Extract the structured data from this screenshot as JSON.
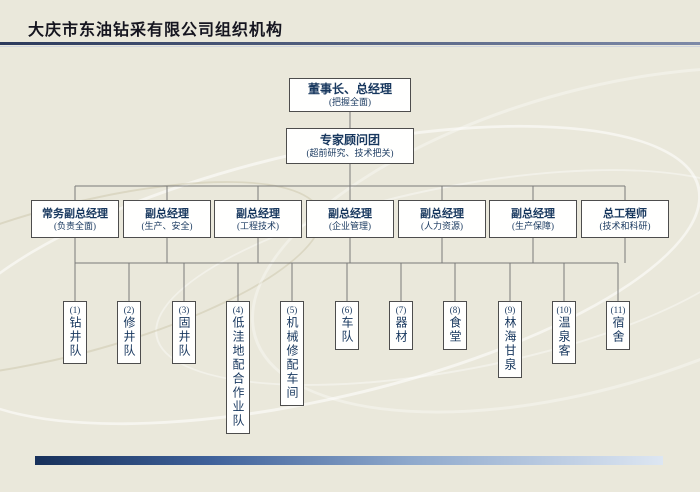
{
  "slide": {
    "title": "大庆市东油钻采有限公司组织机构"
  },
  "theme": {
    "background": "#eae8db",
    "box_text": "#17375e",
    "box_border": "#4d4d4d",
    "connector_line": "#7a7a7a",
    "title_rule": "#2c3a5c",
    "accent_bar_start": "#17305a",
    "accent_bar_end": "#dde6f2"
  },
  "org": {
    "root": {
      "title": "董事长、总经理",
      "subtitle": "(把握全面)"
    },
    "advisor": {
      "title": "专家顾问团",
      "subtitle": "(超前研究、技术把关)"
    },
    "managers": [
      {
        "title": "常务副总经理",
        "subtitle": "(负责全面)"
      },
      {
        "title": "副总经理",
        "subtitle": "(生产、安全)"
      },
      {
        "title": "副总经理",
        "subtitle": "(工程技术)"
      },
      {
        "title": "副总经理",
        "subtitle": "(企业管理)"
      },
      {
        "title": "副总经理",
        "subtitle": "(人力资源)"
      },
      {
        "title": "副总经理",
        "subtitle": "(生产保障)"
      },
      {
        "title": "总工程师",
        "subtitle": "(技术和科研)"
      }
    ],
    "units": [
      {
        "num": "(1)",
        "name": "钻井队"
      },
      {
        "num": "(2)",
        "name": "修井队"
      },
      {
        "num": "(3)",
        "name": "固井队"
      },
      {
        "num": "(4)",
        "name": "低洼地配合作业队"
      },
      {
        "num": "(5)",
        "name": "机械修配车间"
      },
      {
        "num": "(6)",
        "name": "车队"
      },
      {
        "num": "(7)",
        "name": "器材"
      },
      {
        "num": "(8)",
        "name": "食堂"
      },
      {
        "num": "(9)",
        "name": "林海甘泉"
      },
      {
        "num": "(10)",
        "name": "温泉客"
      },
      {
        "num": "(11)",
        "name": "宿舍"
      }
    ]
  }
}
